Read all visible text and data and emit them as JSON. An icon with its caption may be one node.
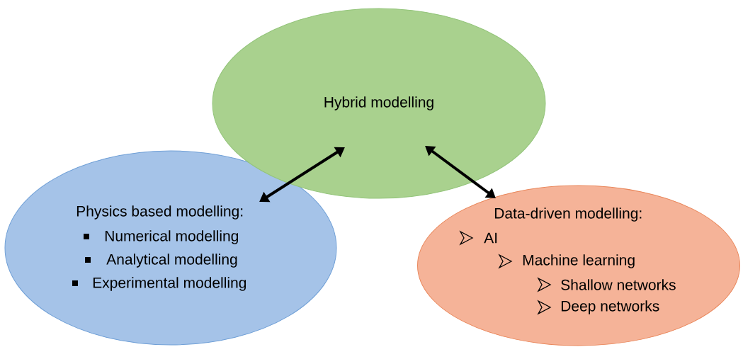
{
  "diagram": {
    "nodes": [
      {
        "text": [
          "Hybrid modelling"
        ]
      },
      {
        "text": [
          "Physics based modelling:",
          "Numerical modelling",
          "Analytical modelling",
          "Experimental modelling"
        ]
      },
      {
        "text": [
          "Data-driven modelling:",
          "AI",
          "Machine learning",
          "Shallow networks",
          "Deep networks"
        ]
      }
    ],
    "edges": [
      {
        "from": 0,
        "to": 1,
        "arrow": "both"
      },
      {
        "from": 0,
        "to": 2,
        "arrow": "both"
      }
    ]
  }
}
